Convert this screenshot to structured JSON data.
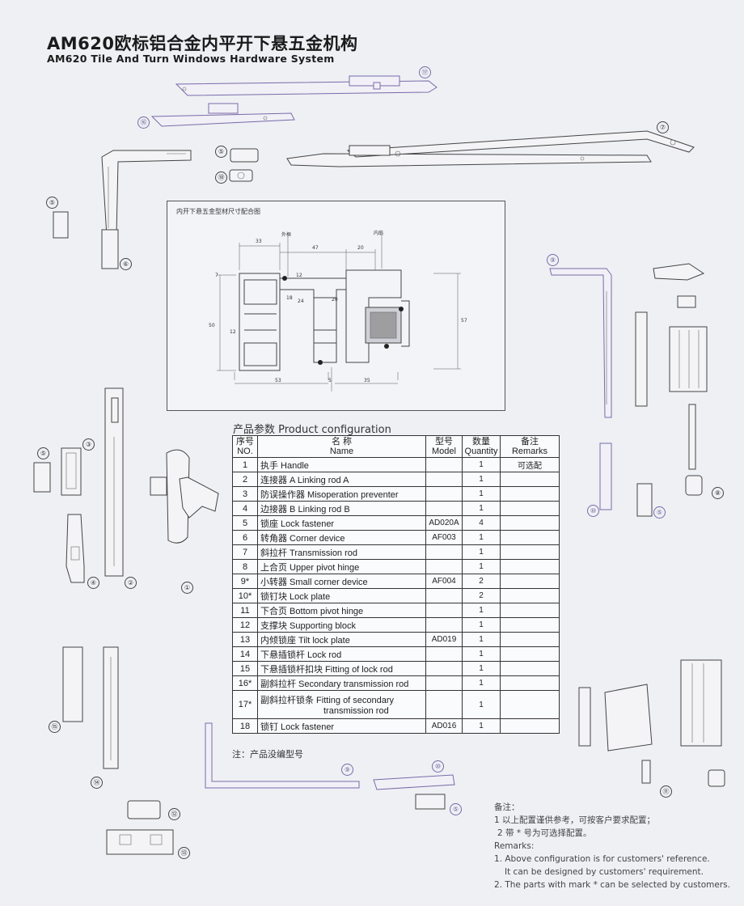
{
  "title_zh": "AM620欧标铝合金内平开下悬五金机构",
  "title_en": "AM620  Tile And Turn Windows Hardware System",
  "section_drawing": {
    "title": "内开下悬五金型材尺寸配合图",
    "label_outer": "外框",
    "label_inner": "内扇",
    "dims": [
      "33",
      "47",
      "20",
      "7",
      "12",
      "18",
      "24",
      "20",
      "50",
      "12",
      "57",
      "53",
      "5",
      "35"
    ]
  },
  "callouts": [
    "⑰",
    "⑯",
    "⑦",
    "⑤",
    "⑱",
    "⑤",
    "⑥",
    "⑨",
    "⑧",
    "⑩",
    "⑤",
    "⑤",
    "③",
    "④",
    "②",
    "①",
    "⑮",
    "⑭",
    "⑨",
    "⑩",
    "⑤",
    "⑫",
    "⑬",
    "⑪"
  ],
  "config": {
    "heading": "产品参数 Product configuration",
    "headers": {
      "no_zh": "序号",
      "no_en": "NO.",
      "name_zh": "名    称",
      "name_en": "Name",
      "model_zh": "型号",
      "model_en": "Model",
      "qty_zh": "数量",
      "qty_en": "Quantity",
      "rem_zh": "备注",
      "rem_en": "Remarks"
    },
    "rows": [
      {
        "no": "1",
        "name": "执手 Handle",
        "model": "",
        "qty": "1",
        "remark": "可选配"
      },
      {
        "no": "2",
        "name": "连接器 A  Linking rod A",
        "model": "",
        "qty": "1",
        "remark": ""
      },
      {
        "no": "3",
        "name": "防误操作器 Misoperation preventer",
        "model": "",
        "qty": "1",
        "remark": ""
      },
      {
        "no": "4",
        "name": "边接器 B  Linking rod B",
        "model": "",
        "qty": "1",
        "remark": ""
      },
      {
        "no": "5",
        "name": "锁座 Lock fastener",
        "model": "AD020A",
        "qty": "4",
        "remark": ""
      },
      {
        "no": "6",
        "name": "转角器 Corner device",
        "model": "AF003",
        "qty": "1",
        "remark": ""
      },
      {
        "no": "7",
        "name": "斜拉杆 Transmission rod",
        "model": "",
        "qty": "1",
        "remark": ""
      },
      {
        "no": "8",
        "name": "上合页 Upper pivot hinge",
        "model": "",
        "qty": "1",
        "remark": ""
      },
      {
        "no": "9*",
        "name": "小转器 Small corner device",
        "model": "AF004",
        "qty": "2",
        "remark": ""
      },
      {
        "no": "10*",
        "name": "锁钉块 Lock plate",
        "model": "",
        "qty": "2",
        "remark": ""
      },
      {
        "no": "11",
        "name": "下合页 Bottom pivot hinge",
        "model": "",
        "qty": "1",
        "remark": ""
      },
      {
        "no": "12",
        "name": "支撑块 Supporting block",
        "model": "",
        "qty": "1",
        "remark": ""
      },
      {
        "no": "13",
        "name": "内倾锁座 Tilt lock plate",
        "model": "AD019",
        "qty": "1",
        "remark": ""
      },
      {
        "no": "14",
        "name": "下悬插锁杆 Lock rod",
        "model": "",
        "qty": "1",
        "remark": ""
      },
      {
        "no": "15",
        "name": "下悬插锁杆扣块 Fitting of lock rod",
        "model": "",
        "qty": "1",
        "remark": ""
      },
      {
        "no": "16*",
        "name": "副斜拉杆  Secondary transmission rod",
        "model": "",
        "qty": "1",
        "remark": ""
      },
      {
        "no": "17*",
        "name": "副斜拉杆锁条  Fitting of secondary",
        "name2": "transmission rod",
        "model": "",
        "qty": "1",
        "remark": ""
      },
      {
        "no": "18",
        "name": "锁钉  Lock fastener",
        "model": "AD016",
        "qty": "1",
        "remark": ""
      }
    ],
    "note": "注：产品没编型号"
  },
  "remarks": {
    "zh_title": "备注：",
    "zh_1": "1 以上配置谨供参考，可按客户要求配置；",
    "zh_2": "2 带 * 号为可选择配置。",
    "en_title": "Remarks:",
    "en_1a": "1. Above configuration is for customers' reference.",
    "en_1b": "It can be designed by customers' requirement.",
    "en_2": "2. The parts with mark * can be selected by customers."
  }
}
